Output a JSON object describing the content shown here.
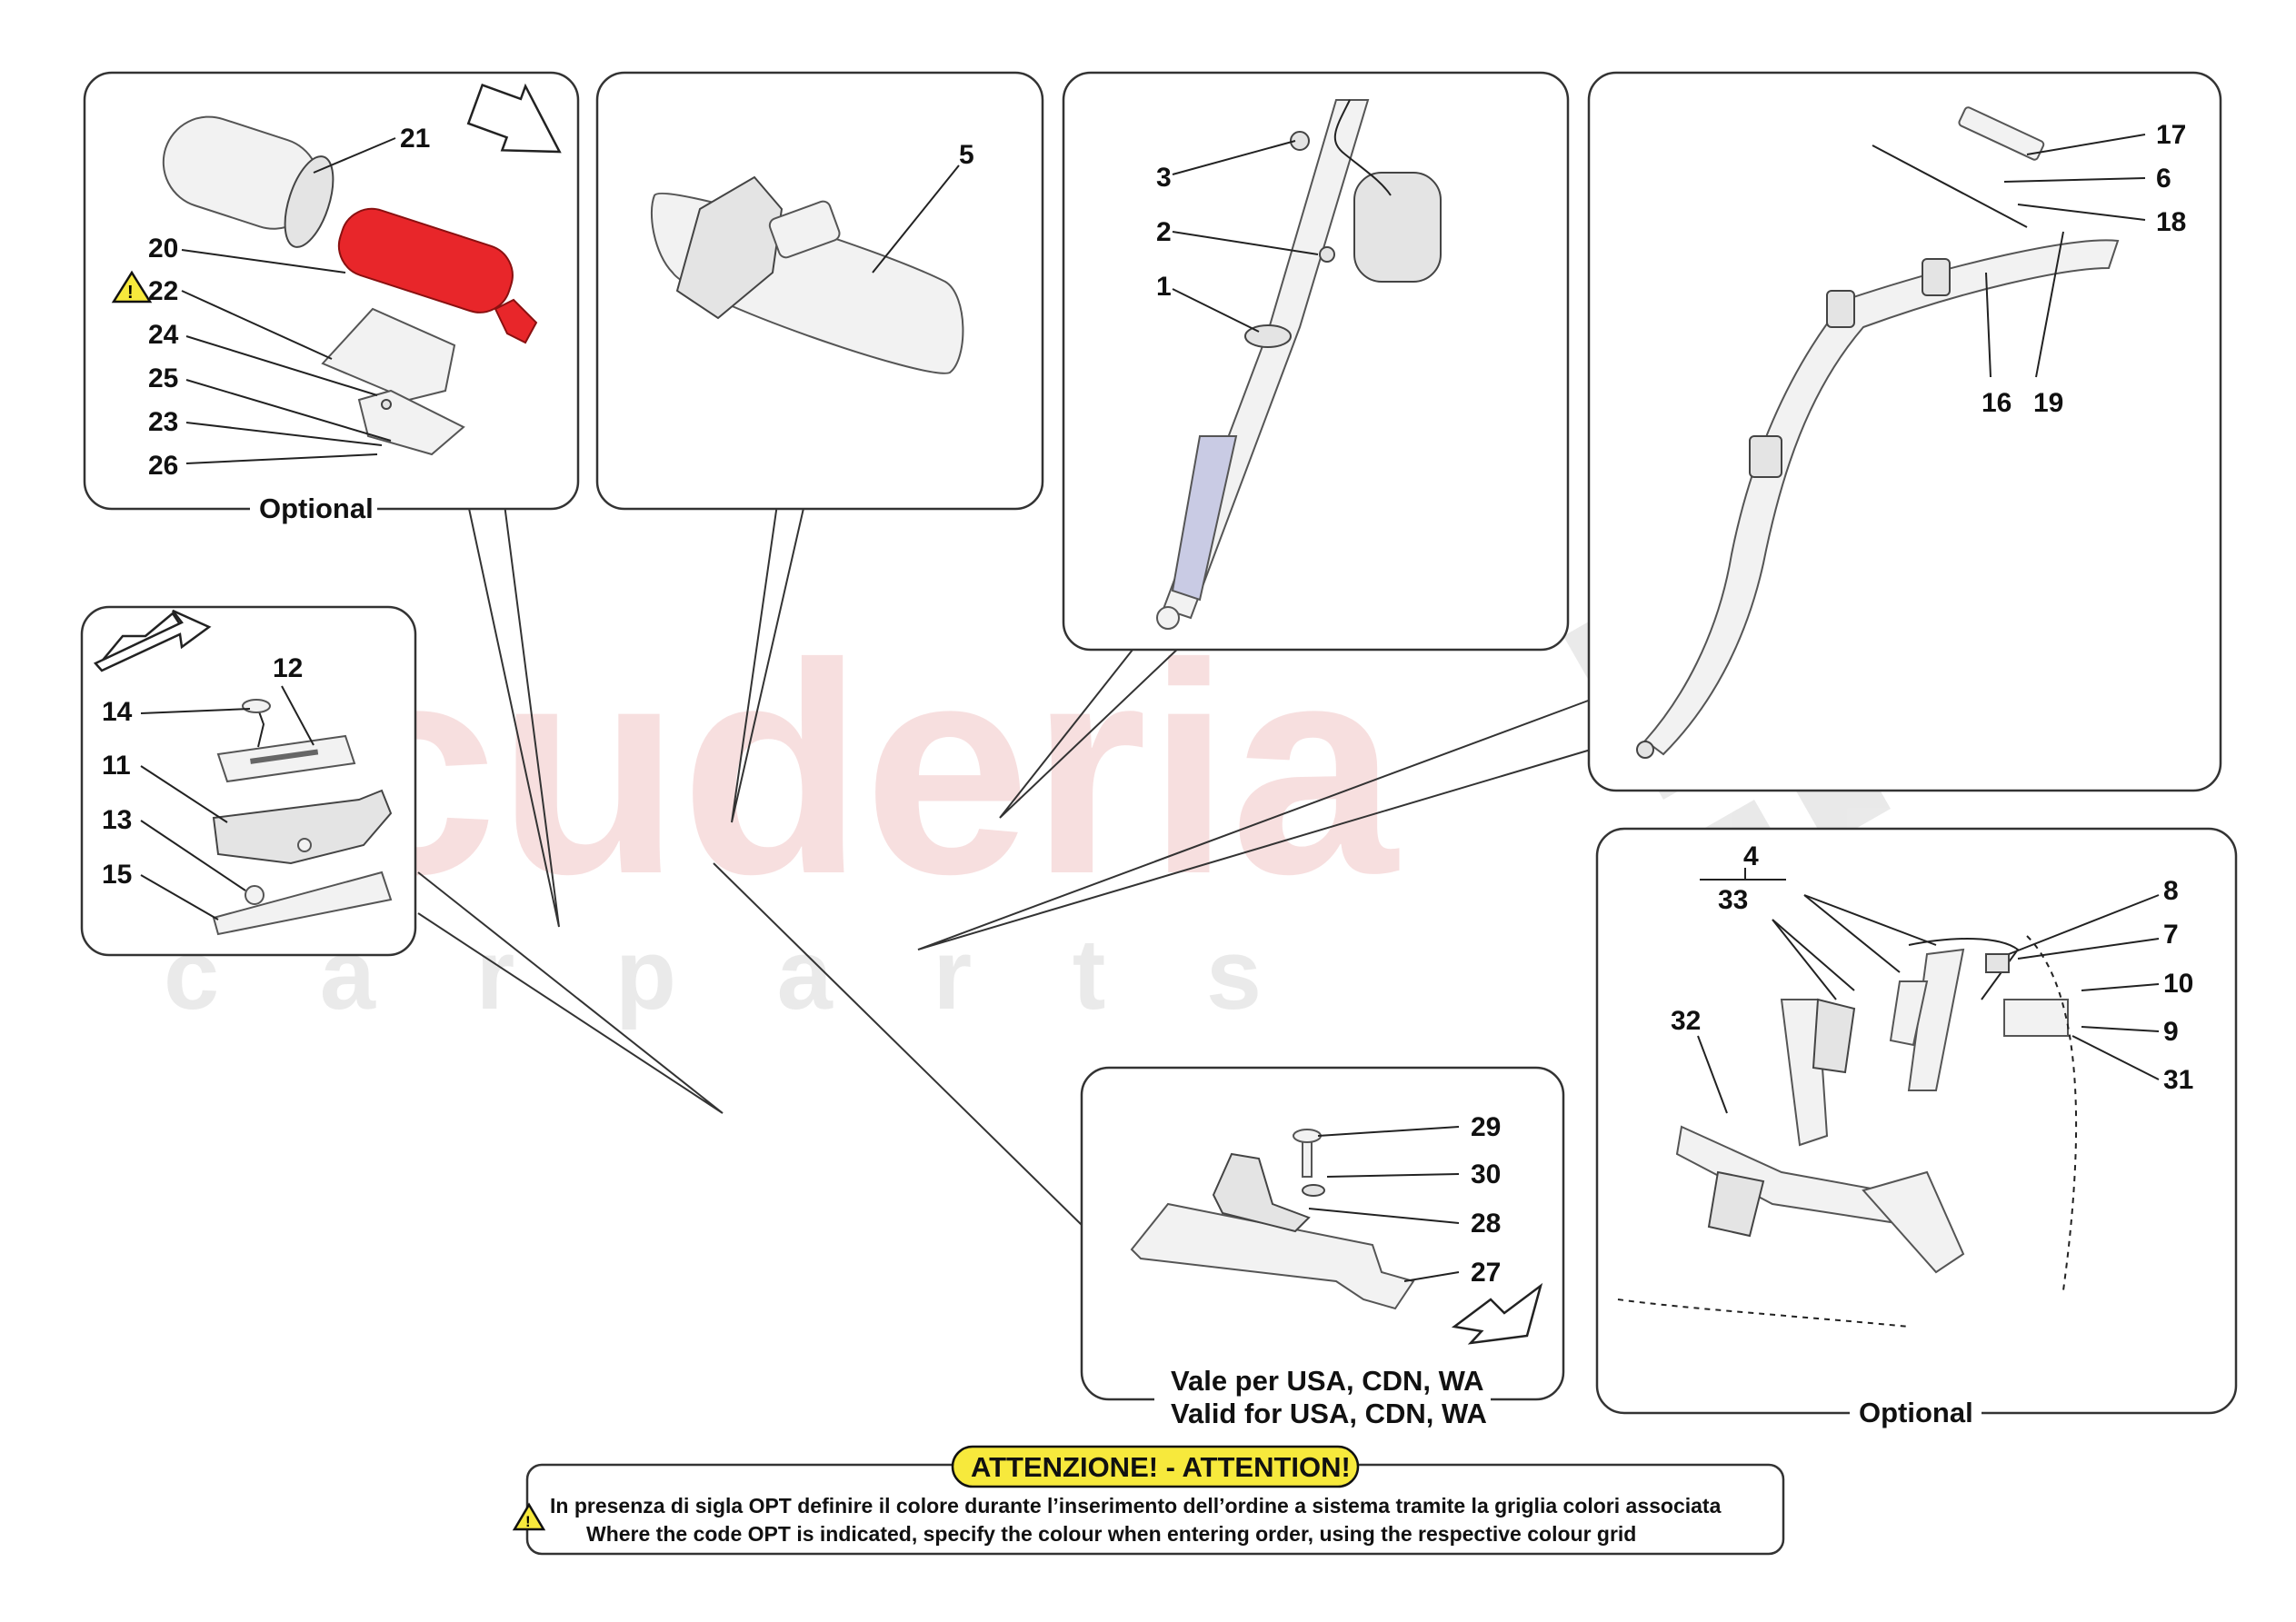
{
  "watermark": {
    "brand": "scuderia",
    "tagline": "c a r   p a r t s"
  },
  "panels": {
    "extinguisher": {
      "caption": "Optional",
      "labels": [
        "21",
        "20",
        "22",
        "24",
        "25",
        "23",
        "26"
      ]
    },
    "mirror": {
      "labels": [
        "5"
      ]
    },
    "belt": {
      "labels": [
        "3",
        "2",
        "1"
      ]
    },
    "airbag": {
      "labels": [
        "17",
        "6",
        "18",
        "16",
        "19"
      ]
    },
    "plate": {
      "labels": [
        "12",
        "14",
        "11",
        "13",
        "15"
      ]
    },
    "anchor": {
      "caption_it": "Vale per USA, CDN, WA",
      "caption_en": "Valid for USA, CDN, WA",
      "labels": [
        "29",
        "30",
        "28",
        "27"
      ]
    },
    "harness": {
      "caption": "Optional",
      "labels": [
        "4",
        "33",
        "8",
        "7",
        "10",
        "9",
        "32",
        "31"
      ]
    }
  },
  "warning": {
    "title": "ATTENZIONE! - ATTENTION!",
    "line_it": "In presenza di sigla OPT definire il colore durante l’inserimento dell’ordine a sistema tramite la griglia colori associata",
    "line_en": "Where the code OPT is indicated, specify the colour when entering order, using the respective colour grid"
  },
  "colors": {
    "extinguisher": "#e8262a",
    "warning_badge": "#f7e93c",
    "watermark_red": "#f1c6c6"
  }
}
